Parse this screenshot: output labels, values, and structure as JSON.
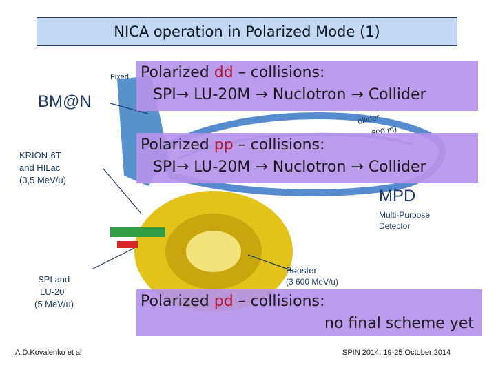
{
  "title": "NICA operation in Polarized Mode (1)",
  "diagram": {
    "bmn": "BM@N",
    "fixed": "Fixed",
    "krion_1": "KRION-6T",
    "krion_2": "and HILac",
    "krion_3": "(3,5 MeV/u)",
    "spi_1": "SPI and",
    "spi_2": "LU-20",
    "spi_3": "(5 MeV/u)",
    "mpd": "MPD",
    "mpd_sub1": "Multi-Purpose",
    "mpd_sub2": "Detector",
    "booster_1": "Booster",
    "booster_2": "(3 600 MeV/u)",
    "collider_frag": "ollider",
    "energy_frag": "600 m)"
  },
  "boxes": {
    "dd": {
      "prefix": "Polarized ",
      "particle": "dd",
      "suffix": " – collisions:",
      "chain": "SPI→ LU-20M → Nuclotron → Collider"
    },
    "pp": {
      "prefix": "Polarized ",
      "particle": "pp",
      "suffix": " – collisions:",
      "chain": "SPI→ LU-20M → Nuclotron → Collider"
    },
    "pd": {
      "prefix": "Polarized ",
      "particle": "pd",
      "suffix": " – collisions:",
      "note": "no final scheme yet"
    }
  },
  "footer": {
    "left": "A.D.Kovalenko et al",
    "right": "SPIN 2014, 19-25 October 2014"
  },
  "colors": {
    "accent": "#b8162d",
    "box": "#b694ea",
    "title_bg": "#c3d8f2"
  }
}
